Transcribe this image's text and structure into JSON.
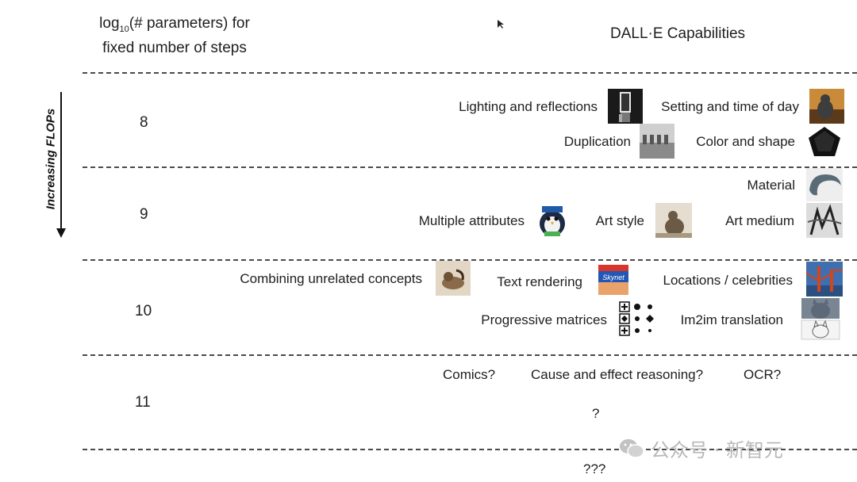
{
  "header": {
    "left_line1_pre": "log",
    "left_line1_sub": "10",
    "left_line1_post": "(# parameters) for",
    "left_line2": "fixed number of steps",
    "right_title": "DALL·E Capabilities"
  },
  "axis": {
    "flops_label": "Increasing FLOPs"
  },
  "rows": [
    {
      "level": "8"
    },
    {
      "level": "9"
    },
    {
      "level": "10"
    },
    {
      "level": "11"
    }
  ],
  "capabilities": {
    "lighting": "Lighting and reflections",
    "setting": "Setting and time of day",
    "duplication": "Duplication",
    "color_shape": "Color and shape",
    "material": "Material",
    "multiple_attributes": "Multiple attributes",
    "art_style": "Art style",
    "art_medium": "Art medium",
    "combining": "Combining unrelated concepts",
    "text_rendering": "Text rendering",
    "locations": "Locations / celebrities",
    "progressive": "Progressive matrices",
    "im2im": "Im2im translation",
    "comics": "Comics?",
    "cause_effect": "Cause and effect reasoning?",
    "ocr": "OCR?",
    "unknown_11": "?",
    "unknown_12": "???"
  },
  "thumbs": {
    "text_rendering_word": "Skynet"
  },
  "watermark": {
    "text": "公众号 · 新智元",
    "icon": "wechat-icon"
  }
}
